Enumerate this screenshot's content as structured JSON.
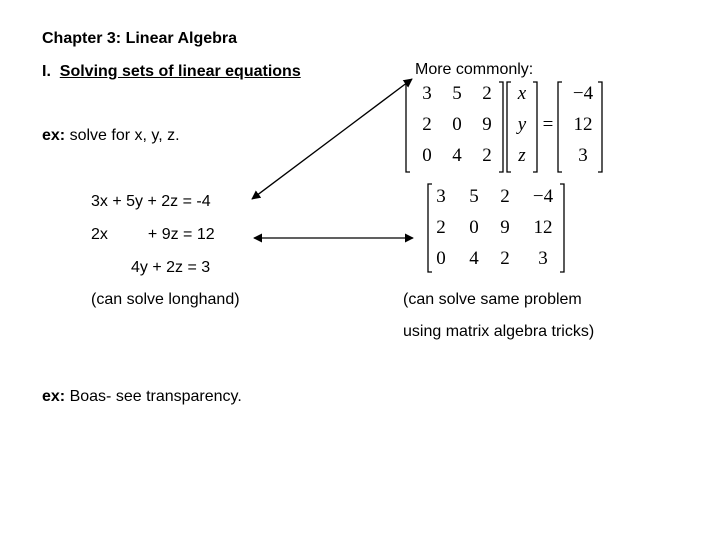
{
  "title": "Chapter 3: Linear Algebra",
  "section": {
    "number": "I.",
    "title": "Solving sets of linear equations"
  },
  "example1": {
    "prefix": "ex:",
    "text": "solve for x, y, z."
  },
  "equations": [
    "3x + 5y + 2z = -4",
    "2x         + 9z = 12",
    "4y + 2z = 3"
  ],
  "longhand_note": "(can solve longhand)",
  "more_commonly": "More commonly:",
  "matrix_equation": {
    "A": [
      [
        "3",
        "5",
        "2"
      ],
      [
        "2",
        "0",
        "9"
      ],
      [
        "0",
        "4",
        "2"
      ]
    ],
    "vars": [
      "x",
      "y",
      "z"
    ],
    "equals": "=",
    "b": [
      "−4",
      "12",
      "3"
    ]
  },
  "augmented": [
    [
      "3",
      "5",
      "2",
      "−4"
    ],
    [
      "2",
      "0",
      "9",
      "12"
    ],
    [
      "0",
      "4",
      "2",
      "3"
    ]
  ],
  "matrix_note": [
    "(can solve same problem",
    "using matrix algebra tricks)"
  ],
  "example2": {
    "prefix": "ex:",
    "text": "Boas- see transparency."
  }
}
